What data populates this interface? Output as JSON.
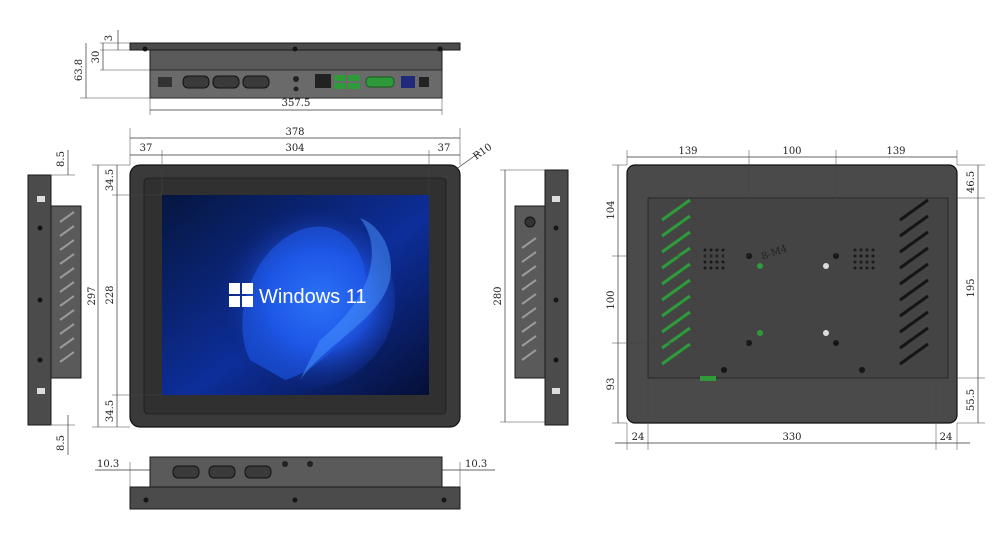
{
  "top_view": {
    "dims": {
      "flange": "3",
      "depth_inner": "30",
      "depth_total": "63.8",
      "width": "357.5"
    }
  },
  "front_view": {
    "dims": {
      "width": "378",
      "side_left": "37",
      "screen_width": "304",
      "side_right": "37",
      "radius": "R10",
      "top_margin": "34.5",
      "screen_height": "228",
      "bottom_margin": "34.5",
      "height": "297"
    },
    "screen": {
      "text": "Windows 11",
      "gradient_from": "#0a1f6e",
      "gradient_to": "#1e6cff"
    }
  },
  "left_side_view": {
    "dims": {
      "top": "8.5",
      "bottom": "8.5"
    }
  },
  "right_side_view": {
    "dims": {
      "height": "280"
    }
  },
  "bottom_view": {
    "dims": {
      "left": "10.3",
      "right": "10.3"
    }
  },
  "rear_view": {
    "dims": {
      "left": "139",
      "middle": "100",
      "right": "139",
      "vert_top": "104",
      "vert_mid": "100",
      "vert_bottom": "93",
      "right_top": "46.5",
      "right_mid": "195",
      "right_bottom": "55.5",
      "bottom_left": "24",
      "bottom_mid": "330",
      "bottom_right": "24",
      "screw_label": "8-M4"
    }
  }
}
